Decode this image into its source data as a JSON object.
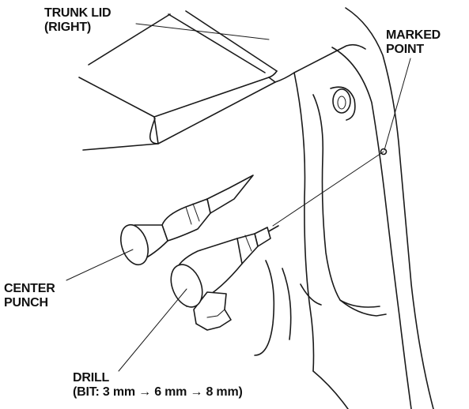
{
  "labels": {
    "trunk_lid": {
      "line1": "TRUNK LID",
      "line2": "(RIGHT)"
    },
    "marked_point": {
      "line1": "MARKED",
      "line2": "POINT"
    },
    "center_punch": {
      "line1": "CENTER",
      "line2": "PUNCH"
    },
    "drill": {
      "line1": "DRILL",
      "line2": "(BIT: 3 mm → 6 mm → 8 mm)"
    }
  },
  "colors": {
    "ink": "#1a1a1a",
    "background": "#ffffff"
  }
}
